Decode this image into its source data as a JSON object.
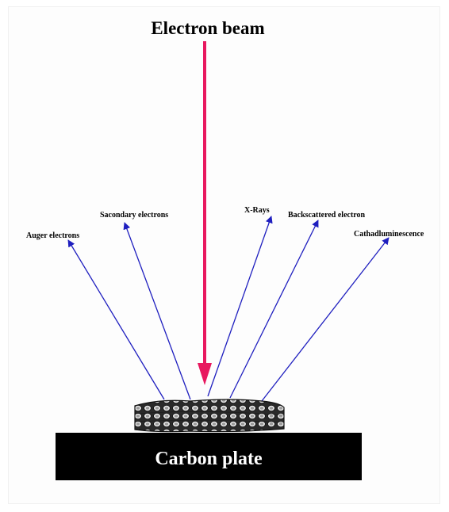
{
  "diagram": {
    "title": "Electron beam",
    "plate_label": "Carbon plate",
    "beam_color": "#e8185f",
    "arrow_color": "#1f1fbf",
    "signals": [
      {
        "label": "Auger electrons"
      },
      {
        "label": "Sacondary electrons"
      },
      {
        "label": "X-Rays"
      },
      {
        "label": "Backscattered electron"
      },
      {
        "label": "Cathadluminescence"
      }
    ]
  }
}
